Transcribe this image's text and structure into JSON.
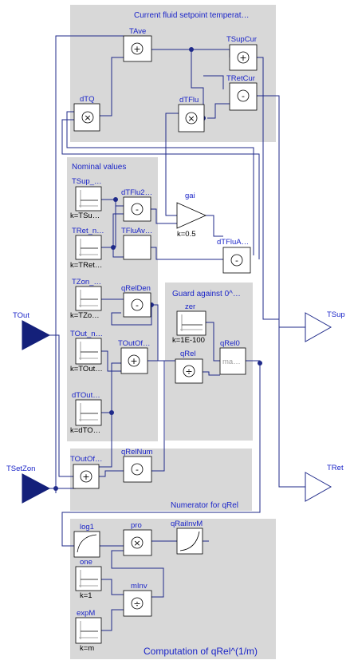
{
  "groups": {
    "setpoint": "Current fluid setpoint temperat…",
    "nominal": "Nominal values",
    "guard": "Guard against 0^…",
    "numerator": "Numerator for qRel",
    "computation": "Computation of qRel^(1/m)"
  },
  "blocks": {
    "TAve": "TAve",
    "TSupCur": "TSupCur",
    "TRetCur": "TRetCur",
    "dTQ": "dTQ",
    "dTFlu": "dTFlu",
    "gai": "gai",
    "gai_k": "k=0.5",
    "TSup_nom": "TSup_…",
    "TSup_nom_k": "k=TSu…",
    "dTFlu2": "dTFlu2…",
    "TRet_nom": "TRet_n…",
    "TRet_nom_k": "k=TRet…",
    "TFluAv": "TFluAv…",
    "dTFluA": "dTFluA…",
    "TZon_nom": "TZon_…",
    "TZon_nom_k": "k=TZo…",
    "qRelDen": "qRelDen",
    "TOut_nom": "TOut_n…",
    "TOut_nom_k": "k=TOut…",
    "TOutOf1": "TOutOf…",
    "dTOut_nom": "dTOut…",
    "dTOut_nom_k": "k=dTO…",
    "zer": "zer",
    "zer_k": "k=1E-100",
    "qRel": "qRel",
    "qRel0": "qRel0",
    "qRel0_inner": "ma…",
    "TOutOf2": "TOutOf…",
    "qRelNum": "qRelNum",
    "log1": "log1",
    "pro": "pro",
    "qRaiInvM": "qRaiInvM",
    "one": "one",
    "one_k": "k=1",
    "mInv": "mInv",
    "expM": "expM",
    "expM_k": "k=m"
  },
  "ports": {
    "TOut": "TOut",
    "TSetZon": "TSetZon",
    "TSup": "TSup",
    "TRet": "TRet"
  },
  "symbols": {
    "plus": "+",
    "minus": "-",
    "times": "×",
    "divide": "÷"
  }
}
